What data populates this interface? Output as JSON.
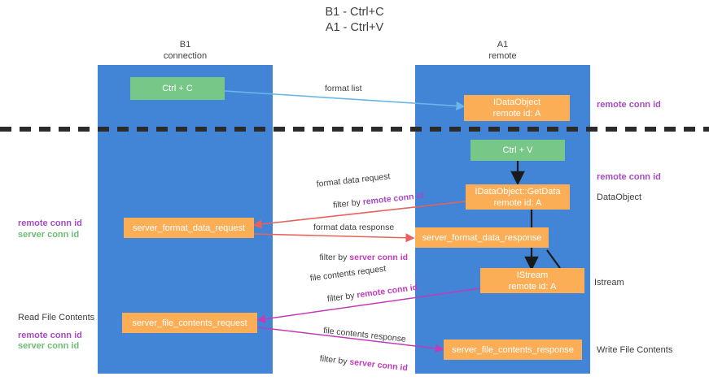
{
  "title": "B1 - Ctrl+C\nA1 - Ctrl+V",
  "lanes": [
    {
      "name": "b1",
      "title": "B1\nconnection"
    },
    {
      "name": "a1",
      "title": "A1\nremote"
    }
  ],
  "nodes": {
    "ctrl_c": {
      "line1": "Ctrl + C",
      "line2": ""
    },
    "ctrl_v": {
      "line1": "Ctrl + V",
      "line2": ""
    },
    "idataobject": {
      "line1": "IDataObject",
      "line2": "remote id: A"
    },
    "idataobject_getdata": {
      "line1": "IDataObject::GetData",
      "line2": "remote id: A"
    },
    "istream": {
      "line1": "IStream",
      "line2": "remote id: A"
    },
    "server_format_data_request": {
      "line1": "server_format_data_request",
      "line2": ""
    },
    "server_format_data_response": {
      "line1": "server_format_data_response",
      "line2": ""
    },
    "server_file_contents_request": {
      "line1": "server_file_contents_request",
      "line2": ""
    },
    "server_file_contents_response": {
      "line1": "server_file_contents_response",
      "line2": ""
    }
  },
  "right_labels": {
    "remote_conn_id_top": "remote conn id",
    "remote_conn_id_mid": "remote conn id",
    "dataobject": "DataObject",
    "istream": "Istream",
    "write_file_contents": "Write File Contents"
  },
  "left_labels": {
    "remote_conn_id": "remote conn id",
    "server_conn_id": "server conn id",
    "read_file_contents": "Read File Contents",
    "remote_conn_id_2": "remote conn id",
    "server_conn_id_2": "server conn id"
  },
  "edge_labels": {
    "format_list": "format list",
    "format_data_request": "format data request",
    "format_data_request_filter_prefix": "filter by ",
    "format_data_request_filter_key": "remote conn id",
    "format_data_response": "format data response",
    "format_data_response_filter_prefix": "filter by ",
    "format_data_response_filter_key": "server conn id",
    "file_contents_request": "file contents request",
    "file_contents_request_filter_prefix": "filter by ",
    "file_contents_request_filter_key": "remote conn id",
    "file_contents_response": "file contents response",
    "file_contents_response_filter_prefix": "filter by ",
    "file_contents_response_filter_key": "server conn id"
  },
  "colors": {
    "lane": "#4285d6",
    "green_node": "#76c788",
    "orange_node": "#fbae56",
    "purple": "#a64bc4",
    "green_text": "#6cbf73",
    "magenta": "#c23bb8",
    "arrow_blue": "#6bb7e8",
    "arrow_red": "#e8625c",
    "arrow_black": "#1a1a1a",
    "divider": "#2b2b2b"
  }
}
